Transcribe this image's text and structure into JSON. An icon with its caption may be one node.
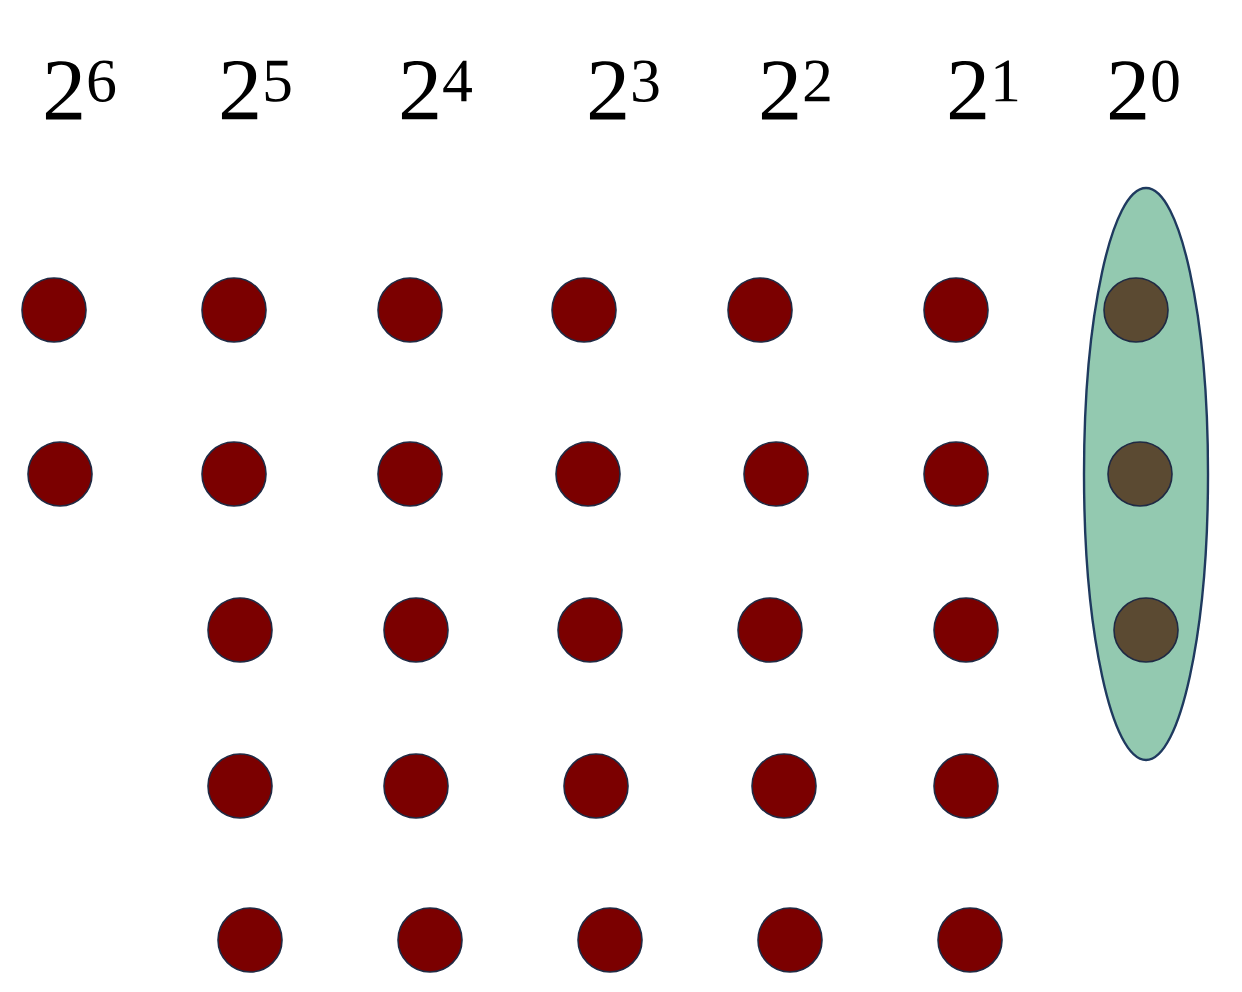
{
  "diagram": {
    "labels": [
      "2$^{6}$",
      "2$^{5}$",
      "2$^{4}$",
      "2$^{3}$",
      "2$^{2}$",
      "2$^{1}$",
      "2$^{0}$"
    ]
  }
}
